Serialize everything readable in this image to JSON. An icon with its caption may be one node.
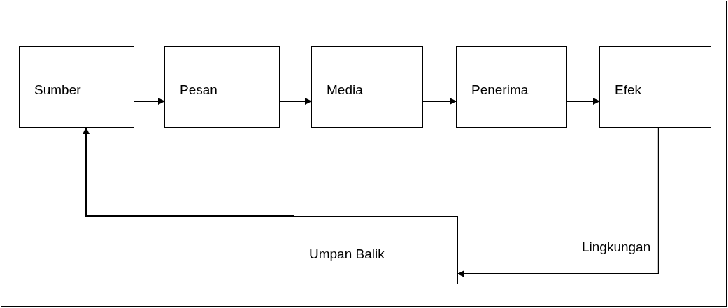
{
  "diagram": {
    "nodes": [
      {
        "text": [
          "Lingkungan"
        ]
      },
      {
        "text": [
          "Sumber"
        ],
        "in": 0
      },
      {
        "text": [
          "Pesan"
        ],
        "in": 0
      },
      {
        "text": [
          "Media"
        ],
        "in": 0
      },
      {
        "text": [
          "Penerima"
        ],
        "in": 0
      },
      {
        "text": [
          "Efek"
        ],
        "in": 0
      },
      {
        "text": [
          "Umpan Balik"
        ],
        "in": 0
      }
    ],
    "edges": [
      {
        "from": 1,
        "to": 2,
        "arrow": "to"
      },
      {
        "from": 2,
        "to": 3,
        "arrow": "to"
      },
      {
        "from": 3,
        "to": 4,
        "arrow": "to"
      },
      {
        "from": 4,
        "to": 5,
        "arrow": "to"
      },
      {
        "from": 5,
        "to": 6,
        "arrow": "to"
      },
      {
        "from": 6,
        "to": 1,
        "arrow": "to"
      }
    ]
  }
}
